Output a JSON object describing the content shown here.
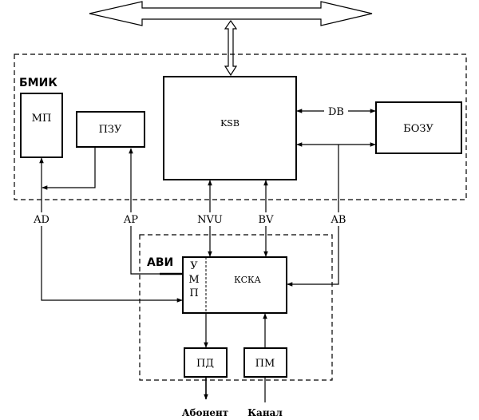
{
  "groups": {
    "bmik": "БМИК",
    "avi": "АВИ"
  },
  "blocks": {
    "mp": "МП",
    "pzu": "ПЗУ",
    "ksb": "KSB",
    "bozu": "БОЗУ",
    "umpm_u": "У",
    "umpm_m": "М",
    "umpm_p": "П",
    "kska": "КСКА",
    "pd": "ПД",
    "pm": "ПМ"
  },
  "buses": {
    "db": "DB",
    "ad": "AD",
    "ap": "AP",
    "nvu": "NVU",
    "bv": "BV",
    "ab": "AB"
  },
  "terminals": {
    "abonent": "Абонент",
    "kanal": "Канал"
  }
}
